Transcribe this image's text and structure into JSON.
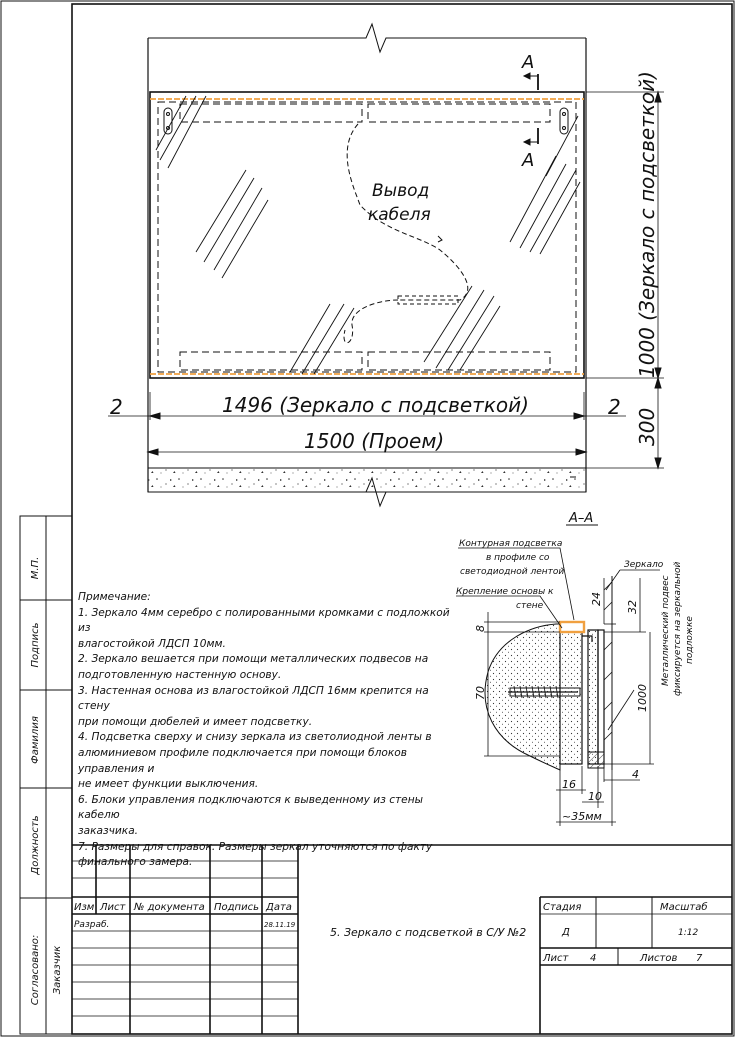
{
  "drawing": {
    "section_mark_letter": "А",
    "cable_outlet": {
      "line1": "Вывод",
      "line2": "кабеля"
    },
    "dimensions": {
      "mirror_width": "1496 (Зеркало с подсветкой)",
      "opening_width": "1500 (Проем)",
      "gap_left": "2",
      "gap_right": "2",
      "mirror_height": "1000 (Зеркало с подсветкой)",
      "floor_offset": "300"
    },
    "section": {
      "title": "А–А",
      "label_led": [
        "Контурная подсветка",
        "в профиле со",
        "светодиодной лентой"
      ],
      "label_mount": [
        "Крепление основы к",
        "стене"
      ],
      "label_mirror": "Зеркало",
      "label_hanger": [
        "Металлический подвес",
        "фиксируется на зеркальной",
        "подложке"
      ],
      "dim_24": "24",
      "dim_32": "32",
      "dim_8": "8",
      "dim_70": "70",
      "dim_1000": "1000",
      "dim_16": "16",
      "dim_10": "10",
      "dim_4": "4",
      "dim_35": "~35мм"
    }
  },
  "notes": {
    "title": "Примечание:",
    "lines": [
      "1. Зеркало 4мм серебро с полированными кромками с подложкой из",
      "влагостойкой ЛДСП 10мм.",
      "2. Зеркало вешается при помощи металлических подвесов на",
      "подготовленную настенную основу.",
      "3. Настенная основа из влагостойкой ЛДСП 16мм крепится на стену",
      "при помощи дюбелей и имеет подсветку.",
      "4. Подсветка сверху и снизу зеркала из светолиодной ленты в",
      "алюминиевом профиле подключается при помощи блоков управления и",
      "не имеет функции выключения.",
      "6. Блоки управления подключаются к выведенному из стены кабелю",
      "заказчика.",
      "7. Размеры для справок. Размеры зеркал уточняются по факту",
      "финального замера."
    ]
  },
  "side_stamp": [
    "М.П.",
    "Подпись",
    "Фамилия",
    "Должность"
  ],
  "side_agreed": {
    "line1": "Согласовано:",
    "line2": "Заказчик"
  },
  "title_block": {
    "col_izm": "Изм",
    "col_list": "Лист",
    "col_doc": "№ документа",
    "col_sign": "Подпись",
    "col_date": "Дата",
    "row_author": "Разраб.",
    "row_date": "28.11.19",
    "drawing_title": "5. Зеркало с подсветкой в С/У №2",
    "stage_label": "Стадия",
    "stage_value": "Д",
    "scale_label": "Масштаб",
    "scale_value": "1:12",
    "sheet_label": "Лист",
    "sheet_value": "4",
    "sheets_label": "Листов",
    "sheets_value": "7"
  },
  "colors": {
    "line": "#111111",
    "led_orange": "#f0a040",
    "hatch": "#333333"
  }
}
